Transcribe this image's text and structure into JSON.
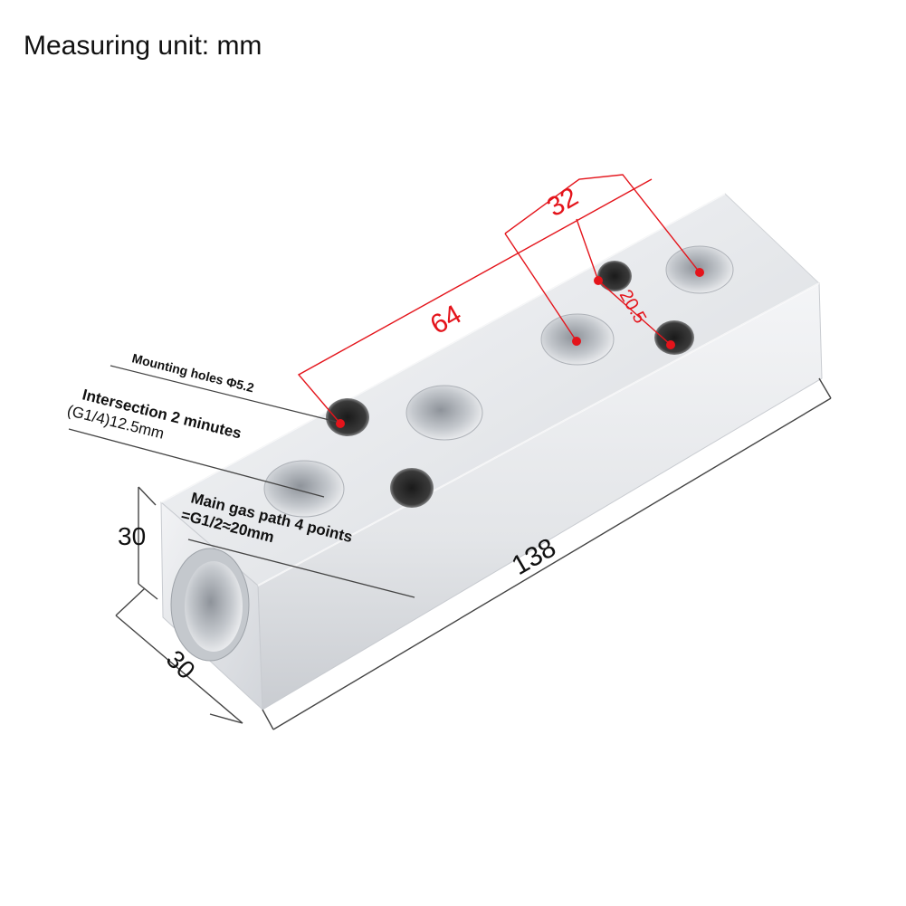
{
  "page": {
    "title": "Measuring unit: mm"
  },
  "callouts": {
    "mounting_holes": "Mounting holes Φ5.2",
    "intersection_line1": "Intersection 2 minutes",
    "intersection_line2": "(G1/4)12.5mm",
    "main_gas_line1": "Main gas path 4 points",
    "main_gas_line2": "=G1/2≈20mm"
  },
  "dimensions": {
    "length": "138",
    "height": "30",
    "width": "30",
    "hole_pitch_large": "64",
    "hole_pitch_small": "32",
    "mounting_offset": "20.5"
  },
  "colors": {
    "dimension_red": "#e4141b",
    "leader_gray": "#444444",
    "metal_light": "#eef0f3",
    "metal_dark": "#b9bdc3"
  }
}
